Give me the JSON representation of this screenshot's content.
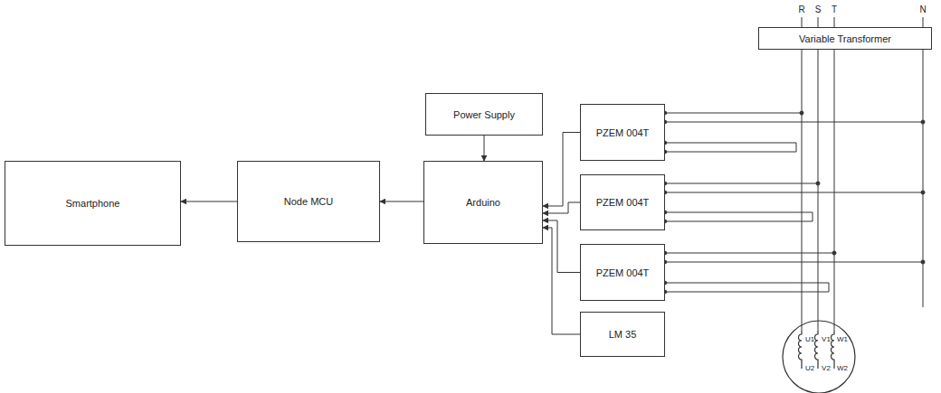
{
  "diagram": {
    "nodes": [
      {
        "text": [
          "Smartphone"
        ]
      },
      {
        "text": [
          "Node MCU"
        ]
      },
      {
        "text": [
          "Power Supply"
        ]
      },
      {
        "text": [
          "Arduino"
        ]
      },
      {
        "text": [
          "PZEM 004T"
        ]
      },
      {
        "text": [
          "PZEM 004T"
        ]
      },
      {
        "text": [
          "PZEM 004T"
        ]
      },
      {
        "text": [
          "LM 35"
        ]
      },
      {
        "text": [
          "Variable Transformer"
        ]
      }
    ],
    "edges": [
      {
        "from": 1,
        "to": 0,
        "arrow": "to"
      },
      {
        "from": 3,
        "to": 1,
        "arrow": "to"
      },
      {
        "from": 2,
        "to": 3,
        "arrow": "to"
      },
      {
        "from": 4,
        "to": 3,
        "arrow": "to"
      },
      {
        "from": 5,
        "to": 3,
        "arrow": "to"
      },
      {
        "from": 6,
        "to": 3,
        "arrow": "to"
      },
      {
        "from": 7,
        "to": 3,
        "arrow": "to"
      }
    ],
    "labels": [
      "R",
      "S",
      "T",
      "N",
      "U1",
      "V1",
      "W1",
      "U2",
      "V2",
      "W2"
    ]
  }
}
